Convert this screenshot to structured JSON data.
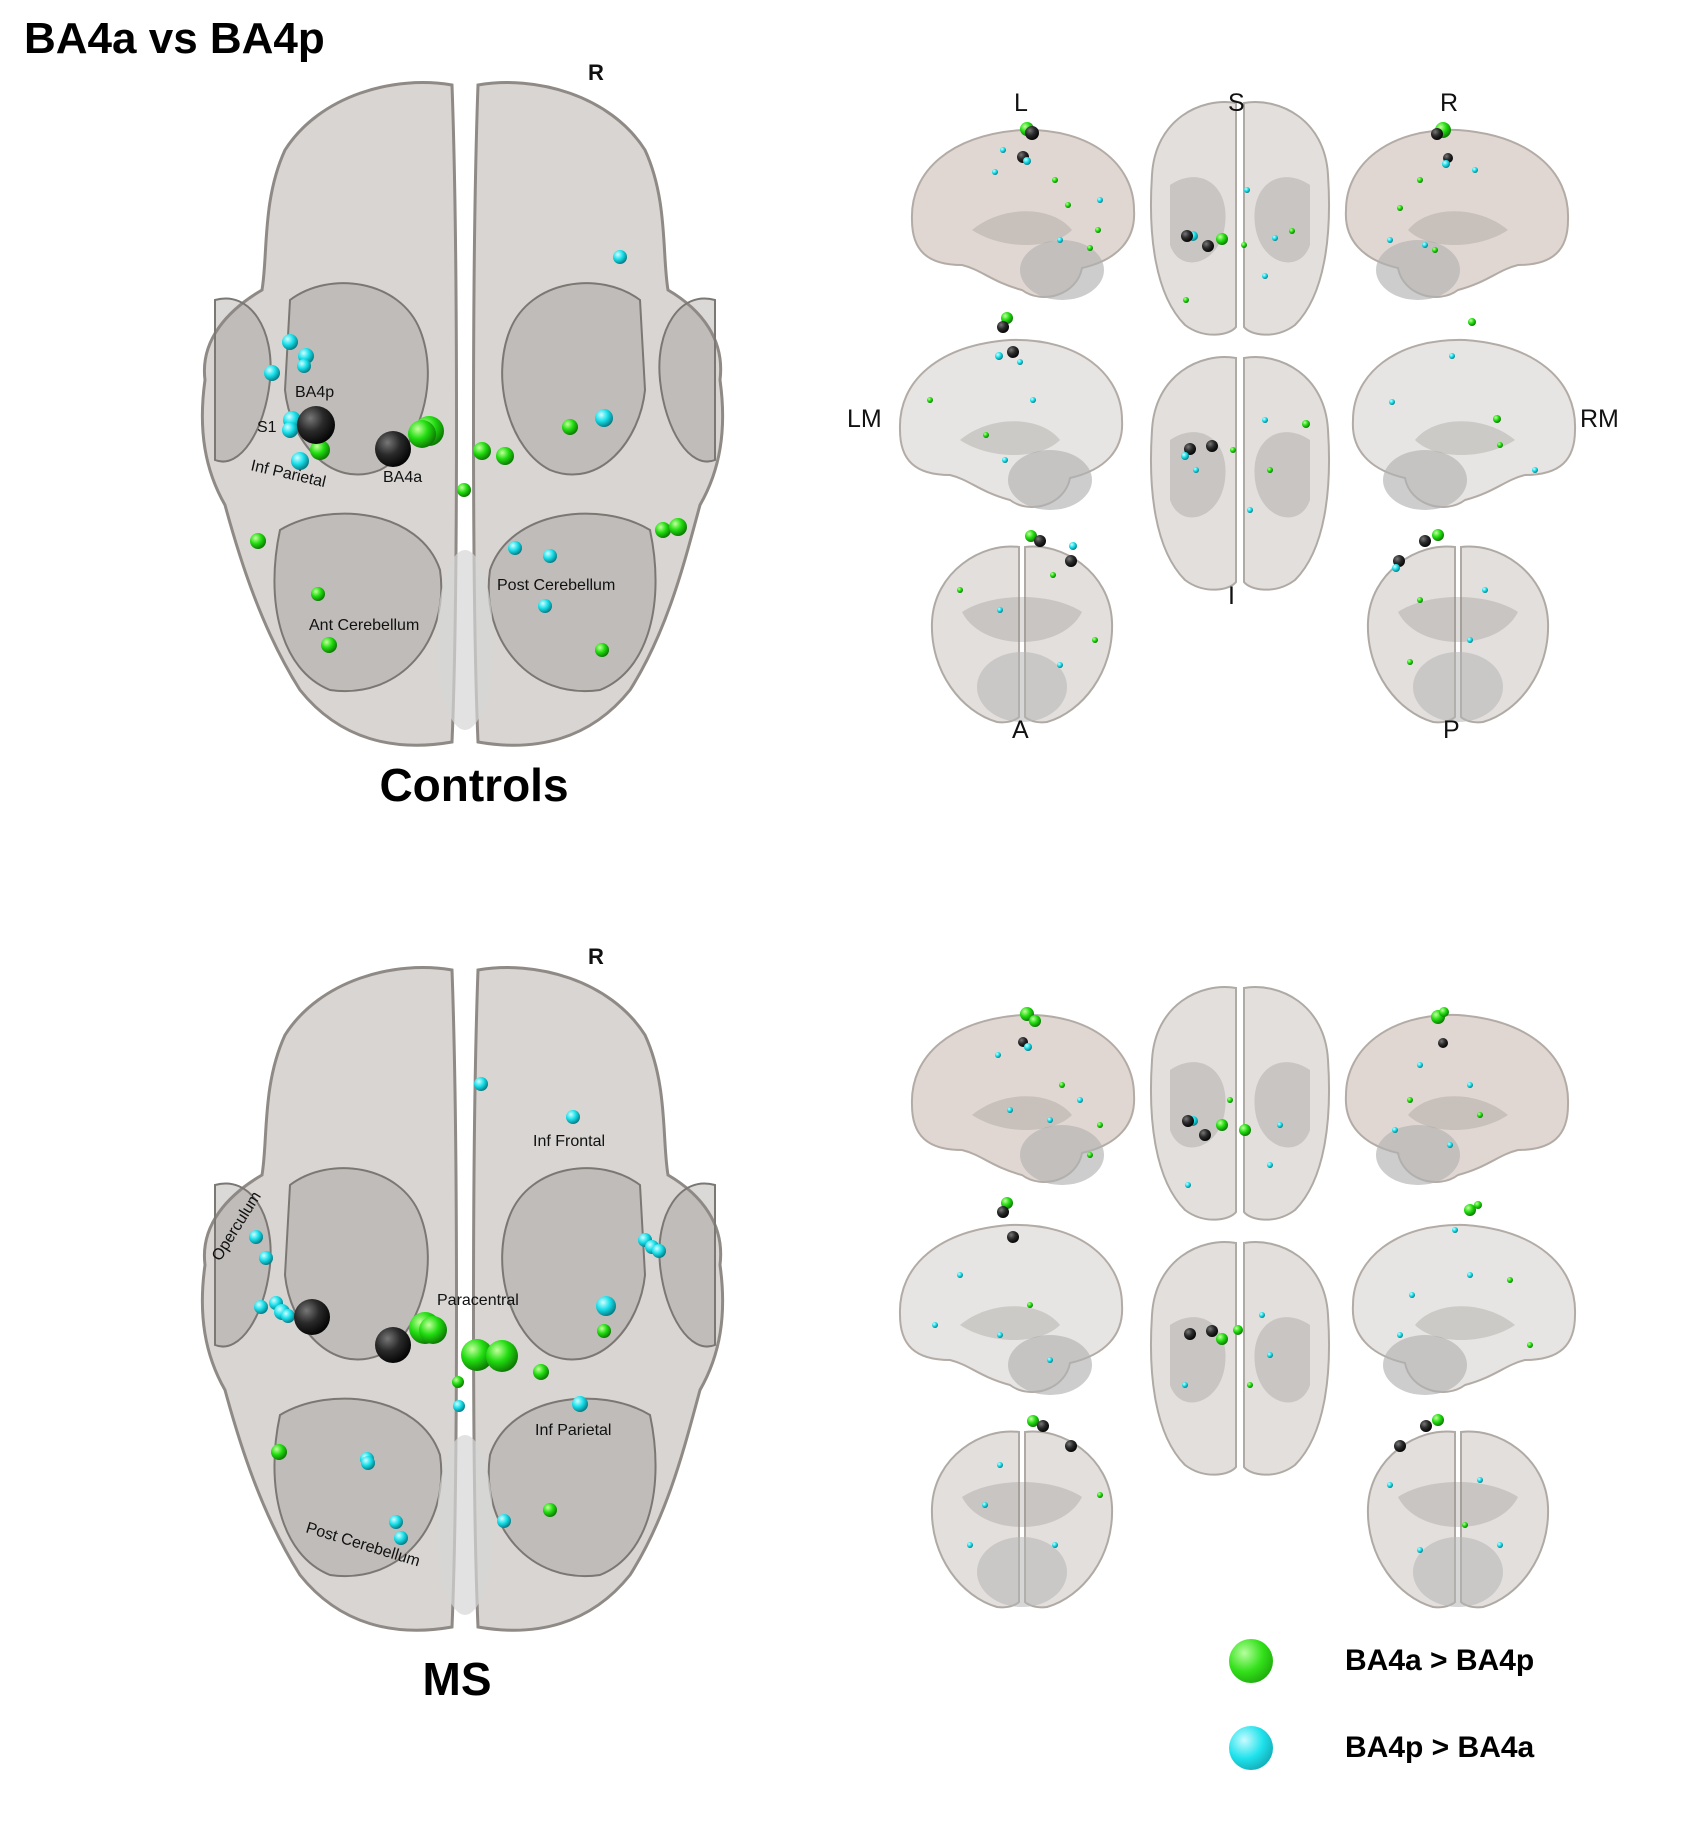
{
  "title": "BA4a vs BA4p",
  "colors": {
    "green": "#22dd11",
    "cyan": "#19e0ea",
    "black": "#1a1a1a",
    "brain_fill": "#b8b3ae",
    "brain_stroke": "#8f8a85",
    "deep": "#8e8a86"
  },
  "controls": {
    "group_label": "Controls",
    "orientation_mark": "R",
    "region_labels": {
      "ba4p": "BA4p",
      "s1": "S1",
      "inf_parietal": "Inf Parietal",
      "ba4a": "BA4a",
      "post_cerebellum": "Post Cerebellum",
      "ant_cerebellum": "Ant Cerebellum"
    },
    "view_labels": {
      "l": "L",
      "s": "S",
      "r": "R",
      "lm": "LM",
      "rm": "RM",
      "i": "I",
      "a": "A",
      "p": "P"
    }
  },
  "ms": {
    "group_label": "MS",
    "orientation_mark": "R",
    "region_labels": {
      "operculum": "Operculum",
      "inf_frontal": "Inf Frontal",
      "paracentral": "Paracentral",
      "inf_parietal": "Inf Parietal",
      "post_cerebellum": "Post Cerebellum"
    }
  },
  "legend": {
    "green_label": "BA4a > BA4p",
    "cyan_label": "BA4p > BA4a"
  }
}
